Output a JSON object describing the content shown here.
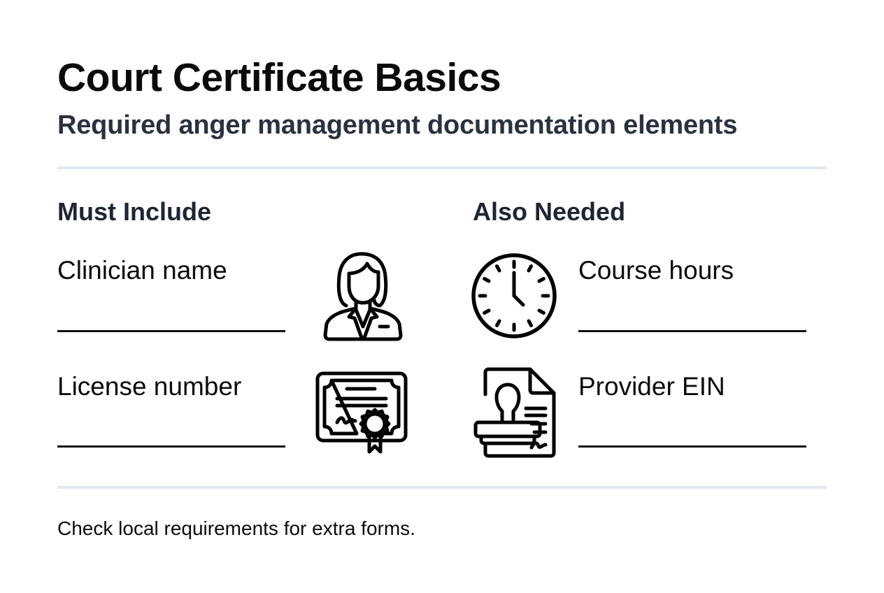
{
  "header": {
    "title": "Court Certificate Basics",
    "subtitle": "Required anger management documentation elements"
  },
  "sections": {
    "left": {
      "heading": "Must Include",
      "items": [
        {
          "label": "Clinician name",
          "icon": "clinician-icon"
        },
        {
          "label": "License number",
          "icon": "certificate-icon"
        }
      ]
    },
    "right": {
      "heading": "Also Needed",
      "items": [
        {
          "label": "Course hours",
          "icon": "clock-icon"
        },
        {
          "label": "Provider EIN",
          "icon": "stamp-document-icon"
        }
      ]
    }
  },
  "footer": {
    "note": "Check local requirements for extra forms."
  },
  "colors": {
    "title": "#0b0b0c",
    "subtitle": "#2a3140",
    "heading": "#1f2533",
    "divider": "#e1e8f0"
  }
}
